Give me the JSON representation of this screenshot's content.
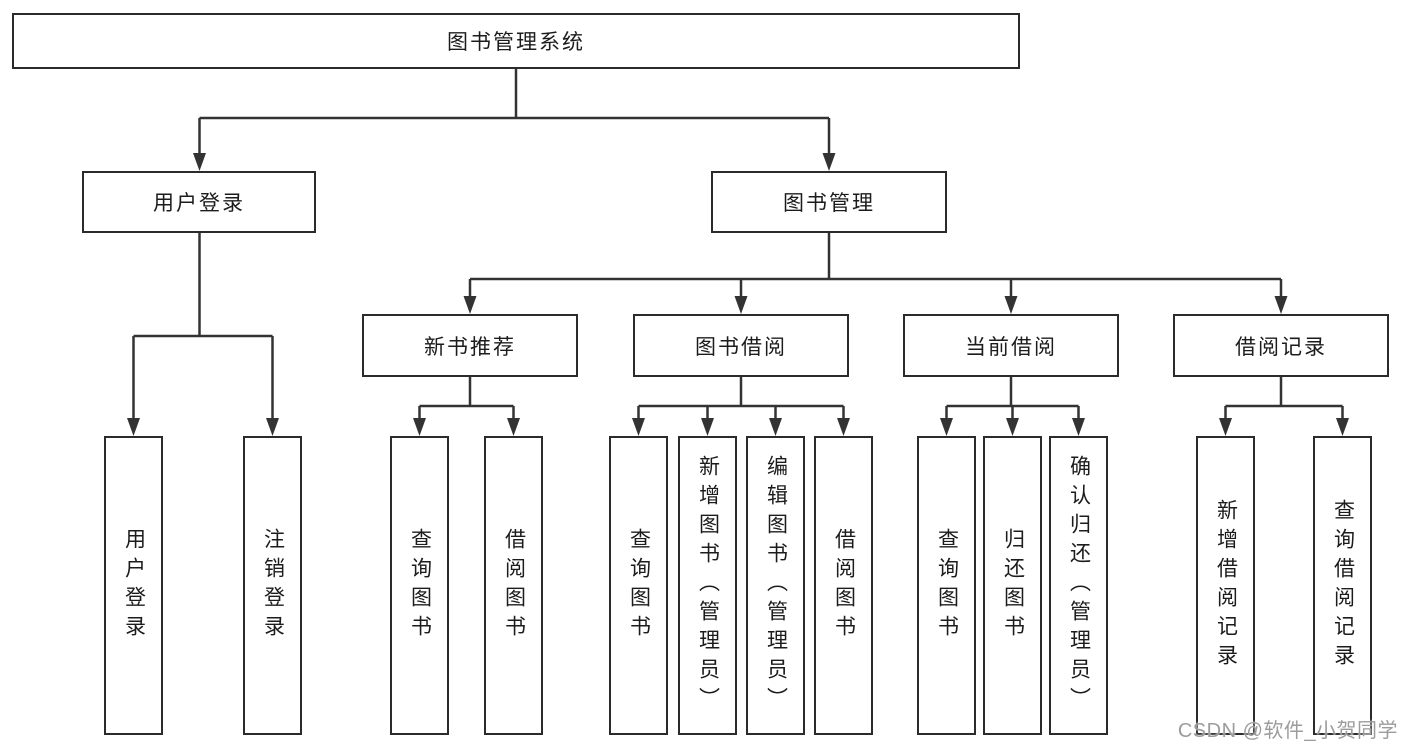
{
  "diagram": {
    "root": "图书管理系统",
    "level2": {
      "user_login": "用户登录",
      "book_mgmt": "图书管理"
    },
    "level3": {
      "new_book_rec": "新书推荐",
      "book_borrow": "图书借阅",
      "current_borrow": "当前借阅",
      "borrow_records": "借阅记录"
    },
    "leaves": {
      "user_login_1": "用户登录",
      "user_login_2": "注销登录",
      "new_book_1": "查询图书",
      "new_book_2": "借阅图书",
      "book_borrow_1": "查询图书",
      "book_borrow_2": "新增图书（管理员）",
      "book_borrow_3": "编辑图书（管理员）",
      "book_borrow_4": "借阅图书",
      "current_borrow_1": "查询图书",
      "current_borrow_2": "归还图书",
      "current_borrow_3": "确认归还（管理员）",
      "borrow_records_1": "新增借阅记录",
      "borrow_records_2": "查询借阅记录"
    },
    "watermark": "CSDN @软件_小贺同学",
    "colors": {
      "line": "#333333",
      "box_border": "#2b2b2b",
      "box_fill": "#ffffff",
      "text": "#1c1c1c",
      "watermark": "#9c9c9c"
    }
  }
}
